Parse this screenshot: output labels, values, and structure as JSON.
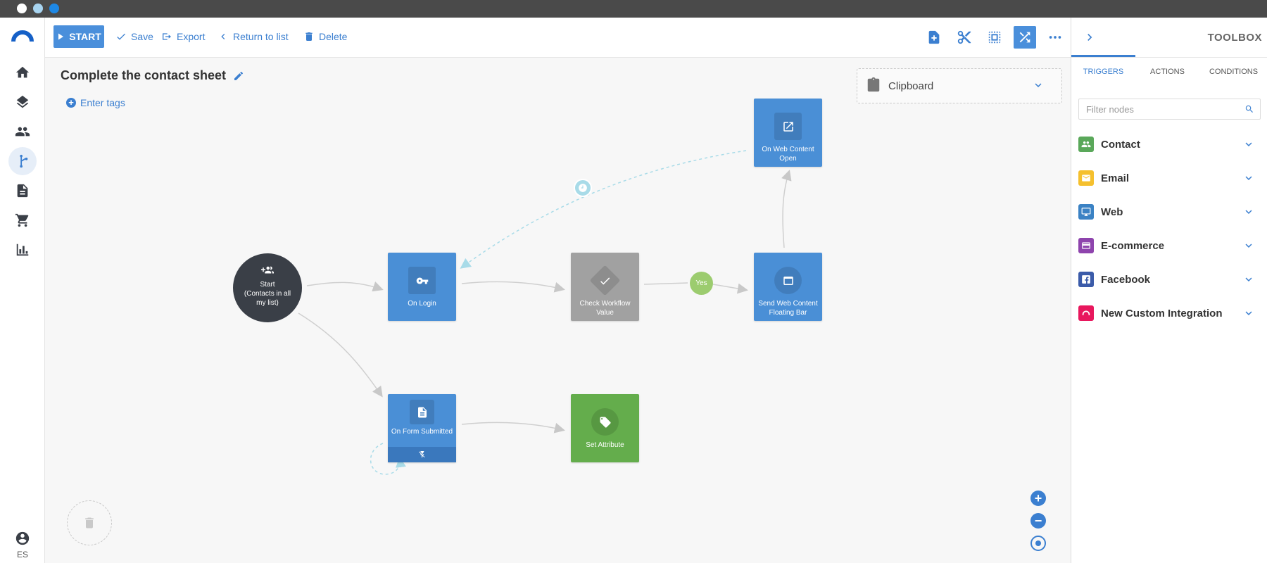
{
  "window": {
    "dots": [
      "#ffffff",
      "#a8d4f0",
      "#1e88e5"
    ]
  },
  "toolbar": {
    "start_label": "START",
    "save_label": "Save",
    "export_label": "Export",
    "return_label": "Return to list",
    "delete_label": "Delete"
  },
  "workflow": {
    "title": "Complete the contact sheet",
    "tags_label": "Enter tags"
  },
  "clipboard": {
    "label": "Clipboard"
  },
  "nodes": {
    "start": {
      "label": "Start\n(Contacts in all my list)"
    },
    "on_login": {
      "label": "On Login"
    },
    "check_workflow": {
      "label": "Check Workflow Value"
    },
    "send_web_content": {
      "label": "Send Web Content Floating Bar"
    },
    "on_web_content_open": {
      "label": "On Web Content Open"
    },
    "on_form_submitted": {
      "label": "On Form Submitted"
    },
    "set_attribute": {
      "label": "Set Attribute"
    },
    "yes_badge": "Yes"
  },
  "toolbox": {
    "title": "TOOLBOX",
    "tabs": [
      "TRIGGERS",
      "ACTIONS",
      "CONDITIONS"
    ],
    "active_tab": "TRIGGERS",
    "filter_placeholder": "Filter nodes",
    "categories": [
      {
        "label": "Contact",
        "color": "#5aa85a",
        "icon": "contact-icon"
      },
      {
        "label": "Email",
        "color": "#f5c02e",
        "icon": "email-icon"
      },
      {
        "label": "Web",
        "color": "#3b82c4",
        "icon": "web-icon"
      },
      {
        "label": "E-commerce",
        "color": "#8e44ad",
        "icon": "ecommerce-icon"
      },
      {
        "label": "Facebook",
        "color": "#3b5ba9",
        "icon": "facebook-icon"
      },
      {
        "label": "New Custom Integration",
        "color": "#e8175d",
        "icon": "custom-integration-icon"
      }
    ]
  },
  "user": {
    "lang": "ES"
  },
  "colors": {
    "accent": "#3b7fd0",
    "node_blue": "#4a8fd6",
    "node_gray": "#a1a1a1",
    "node_green": "#64ad4c",
    "start_node": "#3a3f47"
  }
}
